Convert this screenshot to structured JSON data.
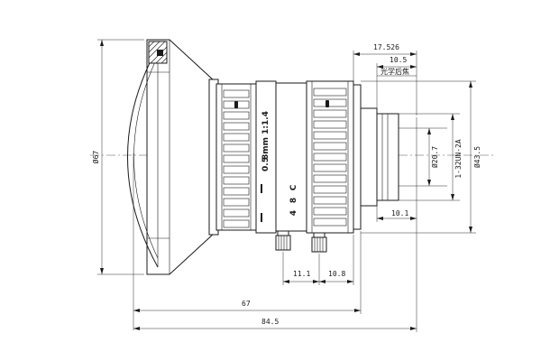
{
  "dimensions": {
    "outer_diameter": "Ø67",
    "rear_diameter": "Ø43.5",
    "mount_diameter": "Ø20.7",
    "thread": "1-32UN-2A",
    "flange_17_526": "17.526",
    "flange_10_5": "10.5",
    "back_focus_label": "光学后焦",
    "mount_length": "10.1",
    "screw_offset_1": "11.1",
    "screw_offset_2": "10.8",
    "body_length": "67",
    "total_length": "84.5"
  },
  "lens_markings": {
    "model": "8mm 1:1.4",
    "focus_mark": "0.5",
    "aperture_marks": [
      "4",
      "8",
      "C"
    ]
  }
}
